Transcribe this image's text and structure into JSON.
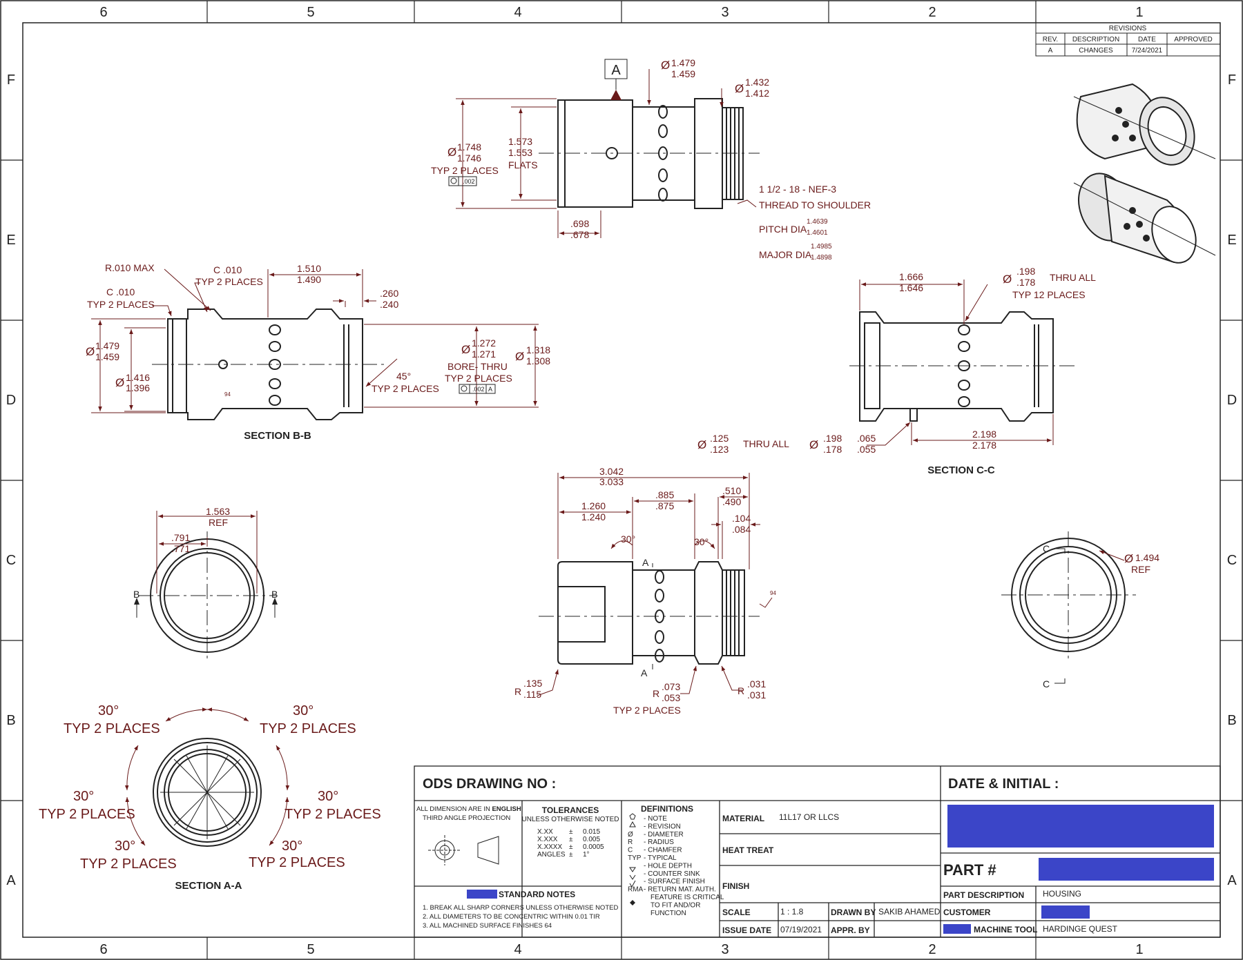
{
  "border": {
    "top_cols": [
      "6",
      "5",
      "4",
      "3",
      "2",
      "1"
    ],
    "side_rows": [
      "F",
      "E",
      "D",
      "C",
      "B",
      "A"
    ]
  },
  "revisions": {
    "title": "REVISIONS",
    "headers": [
      "REV.",
      "DESCRIPTION",
      "DATE",
      "APPROVED"
    ],
    "row": [
      "A",
      "CHANGES",
      "7/24/2021",
      ""
    ]
  },
  "top_view": {
    "datum": "A",
    "d1": [
      "1.479",
      "1.459"
    ],
    "d2": [
      "1.432",
      "1.412"
    ],
    "d3": [
      "1.748",
      "1.746"
    ],
    "d3_note": "TYP 2 PLACES",
    "d3_fcf": ".002",
    "flats": [
      "1.573",
      "1.553"
    ],
    "flats_label": "FLATS",
    "len": [
      ".698",
      ".678"
    ],
    "thread1": "1 1/2 - 18 - NEF-3",
    "thread2": "THREAD TO SHOULDER",
    "pitch_label": "PITCH DIA",
    "pitch": [
      "1.4639",
      "1.4601"
    ],
    "major_label": "MAJOR DIA",
    "major": [
      "1.4985",
      "1.4898"
    ]
  },
  "section_bb": {
    "title": "SECTION B-B",
    "r_max": "R.010 MAX",
    "c1": "C .010",
    "c1_note": "TYP 2 PLACES",
    "c2": "C .010",
    "c2_note": "TYP 2 PLACES",
    "len": [
      "1.510",
      "1.490"
    ],
    "thr": [
      ".260",
      ".240"
    ],
    "od": [
      "1.479",
      "1.459"
    ],
    "id": [
      "1.416",
      "1.396"
    ],
    "angle": "45°",
    "angle_note": "TYP 2 PLACES",
    "bore": [
      "1.272",
      "1.271"
    ],
    "bore_note1": "BORE- THRU",
    "bore_note2": "TYP 2 PLACES",
    "bore_fcf": [
      ".002",
      "A"
    ],
    "right": [
      "1.318",
      "1.308"
    ],
    "finish": "94"
  },
  "section_cc": {
    "title": "SECTION C-C",
    "len": [
      "1.666",
      "1.646"
    ],
    "hole": [
      ".198",
      ".178"
    ],
    "hole_note1": "THRU ALL",
    "hole_note2": "TYP 12 PLACES",
    "small_hole": [
      ".125",
      ".123"
    ],
    "small_note": "THRU ALL",
    "cb": [
      ".198",
      ".178"
    ],
    "cb_depth": [
      ".065",
      ".055"
    ],
    "len2": [
      "2.198",
      "2.178"
    ]
  },
  "end_view_left": {
    "d1": [
      "1.563",
      "REF"
    ],
    "d2": [
      ".791",
      ".771"
    ],
    "mark": "B"
  },
  "main_view": {
    "total": [
      "3.042",
      "3.033"
    ],
    "l1": [
      "1.260",
      "1.240"
    ],
    "l2": [
      ".885",
      ".875"
    ],
    "l3": [
      ".510",
      ".490"
    ],
    "l4": [
      ".104",
      ".084"
    ],
    "ang": "30°",
    "mark": "A",
    "r1": [
      ".135",
      ".115"
    ],
    "r2": [
      ".073",
      ".053"
    ],
    "r2_note": "TYP 2 PLACES",
    "r3": [
      ".031",
      ".031"
    ],
    "finish": "94"
  },
  "end_view_right": {
    "dia": "1.494",
    "ref": "REF",
    "mark": "C"
  },
  "section_aa": {
    "title": "SECTION A-A",
    "ang": "30°",
    "note": "TYP 2 PLACES"
  },
  "title_block": {
    "drawing_no": "ODS DRAWING NO :",
    "date_initial": "DATE & INITIAL :",
    "dim_note1": "ALL DIMENSION ARE IN",
    "dim_note_bold": "ENGLISH",
    "dim_note2": "THIRD ANGLE PROJECTION",
    "tol_title": "TOLERANCES",
    "tol_sub": "UNLESS OTHERWISE NOTED",
    "tol_rows": [
      [
        "X.XX",
        "±",
        "0.015"
      ],
      [
        "X.XXX",
        "±",
        "0.005"
      ],
      [
        "X.XXXX",
        "±",
        "0.0005"
      ],
      [
        "ANGLES",
        "±",
        "1°"
      ]
    ],
    "def_title": "DEFINITIONS",
    "defs": [
      [
        "",
        "- NOTE"
      ],
      [
        "",
        "- REVISION"
      ],
      [
        "Ø",
        "- DIAMETER"
      ],
      [
        "R",
        "- RADIUS"
      ],
      [
        "C",
        "- CHAMFER"
      ],
      [
        "TYP",
        "- TYPICAL"
      ],
      [
        "",
        "- HOLE DEPTH"
      ],
      [
        "",
        "- COUNTER SINK"
      ],
      [
        "",
        "- SURFACE FINISH"
      ],
      [
        "RMA",
        "- RETURN MAT. AUTH."
      ],
      [
        "",
        "FEATURE IS CRITICAL"
      ],
      [
        "",
        "TO FIT AND/OR"
      ],
      [
        "",
        "FUNCTION"
      ]
    ],
    "std_notes_title": "STANDARD NOTES",
    "std_notes": [
      "1. BREAK ALL SHARP CORNERS UNLESS OTHERWISE NOTED",
      "2. ALL DIAMETERS TO BE CONCENTRIC WITHIN 0.01 TIR",
      "3. ALL MACHINED SURFACE FINISHES 64"
    ],
    "material_label": "MATERIAL",
    "material": "11L17 OR LLCS",
    "heat_treat_label": "HEAT TREAT",
    "finish_label": "FINISH",
    "scale_label": "SCALE",
    "scale": "1 : 1.8",
    "drawn_by_label": "DRAWN BY",
    "drawn_by": "SAKIB AHAMED",
    "issue_label": "ISSUE DATE",
    "issue": "07/19/2021",
    "appr_label": "APPR. BY",
    "part_label": "PART #",
    "desc_label": "PART DESCRIPTION",
    "desc": "HOUSING",
    "customer_label": "CUSTOMER",
    "machine_label": "MACHINE TOOL",
    "machine": "HARDINGE QUEST",
    "redact_color": "#3b45c8"
  }
}
